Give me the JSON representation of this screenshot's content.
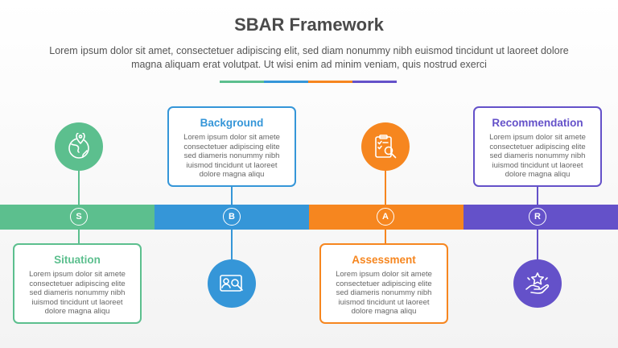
{
  "title": "SBAR Framework",
  "subtitle": "Lorem ipsum dolor sit amet, consectetuer adipiscing elit, sed diam nonummy nibh euismod tincidunt ut laoreet dolore magna aliquam erat volutpat. Ut wisi enim ad minim veniam, quis nostrud exerci",
  "colors": {
    "situation": "#5cbf8e",
    "background": "#3596d8",
    "assessment": "#f6861f",
    "recommendation": "#6451c9"
  },
  "steps": [
    {
      "letter": "S",
      "title": "Situation",
      "text": "Lorem ipsum dolor sit amete consectetuer adipiscing elite sed diameris nonummy nibh iuismod tincidunt ut laoreet dolore magna aliqu",
      "icon": "globe-location-icon"
    },
    {
      "letter": "B",
      "title": "Background",
      "text": "Lorem ipsum dolor sit amete consectetuer adipiscing elite sed diameris nonummy nibh iuismod tincidunt ut laoreet dolore magna aliqu",
      "icon": "profile-search-icon"
    },
    {
      "letter": "A",
      "title": "Assessment",
      "text": "Lorem ipsum dolor sit amete consectetuer adipiscing elite sed diameris nonummy nibh iuismod tincidunt ut laoreet dolore magna aliqu",
      "icon": "clipboard-search-icon"
    },
    {
      "letter": "R",
      "title": "Recommendation",
      "text": "Lorem ipsum dolor sit amete consectetuer adipiscing elite sed diameris nonummy nibh iuismod tincidunt ut laoreet dolore magna aliqu",
      "icon": "hand-star-icon"
    }
  ]
}
